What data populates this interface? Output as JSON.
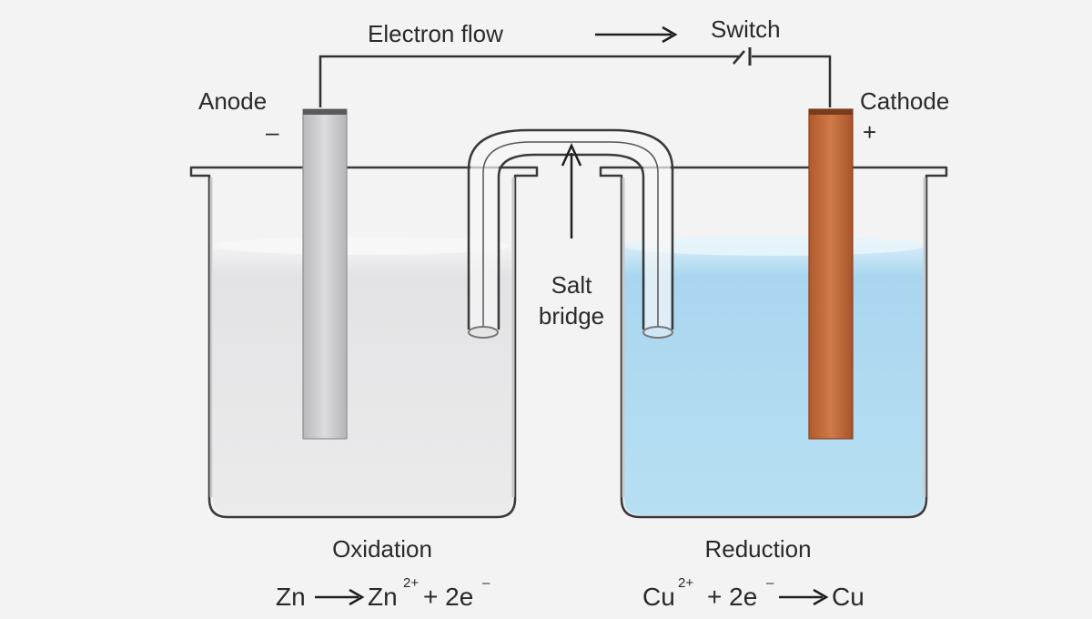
{
  "labels": {
    "electron_flow": "Electron flow",
    "switch": "Switch",
    "anode": "Anode",
    "anode_sign": "–",
    "cathode": "Cathode",
    "cathode_sign": "+",
    "salt_bridge_line1": "Salt",
    "salt_bridge_line2": "bridge",
    "oxidation": "Oxidation",
    "reduction": "Reduction"
  },
  "equations": {
    "oxidation": {
      "reactant": "Zn",
      "product": "Zn",
      "product_charge": "2+",
      "plus": "+ 2e",
      "electron_charge": "–"
    },
    "reduction": {
      "reactant": "Cu",
      "reactant_charge": "2+",
      "plus": "+ 2e",
      "electron_charge": "–",
      "product": "Cu"
    }
  },
  "colors": {
    "background": "#f3f3f4",
    "zinc_electrode": "#cfcfd1",
    "copper_electrode": "#c0693a",
    "left_solution": "#e9e9ea",
    "right_solution": "#b9def1",
    "glass_outline": "#3a3a3a",
    "wire": "#2f2f2f"
  }
}
